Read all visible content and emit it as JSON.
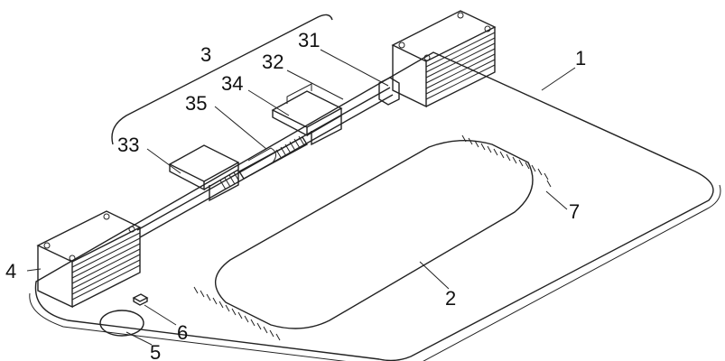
{
  "labels": {
    "plate": "1",
    "pad": "2",
    "assembly": "3",
    "assembly_rail": "31",
    "assembly_bar": "32",
    "assembly_clamp_left": "33",
    "assembly_clamp_right": "34",
    "assembly_spring": "35",
    "block": "4",
    "button": "5",
    "switch": "6",
    "vents": "7"
  }
}
